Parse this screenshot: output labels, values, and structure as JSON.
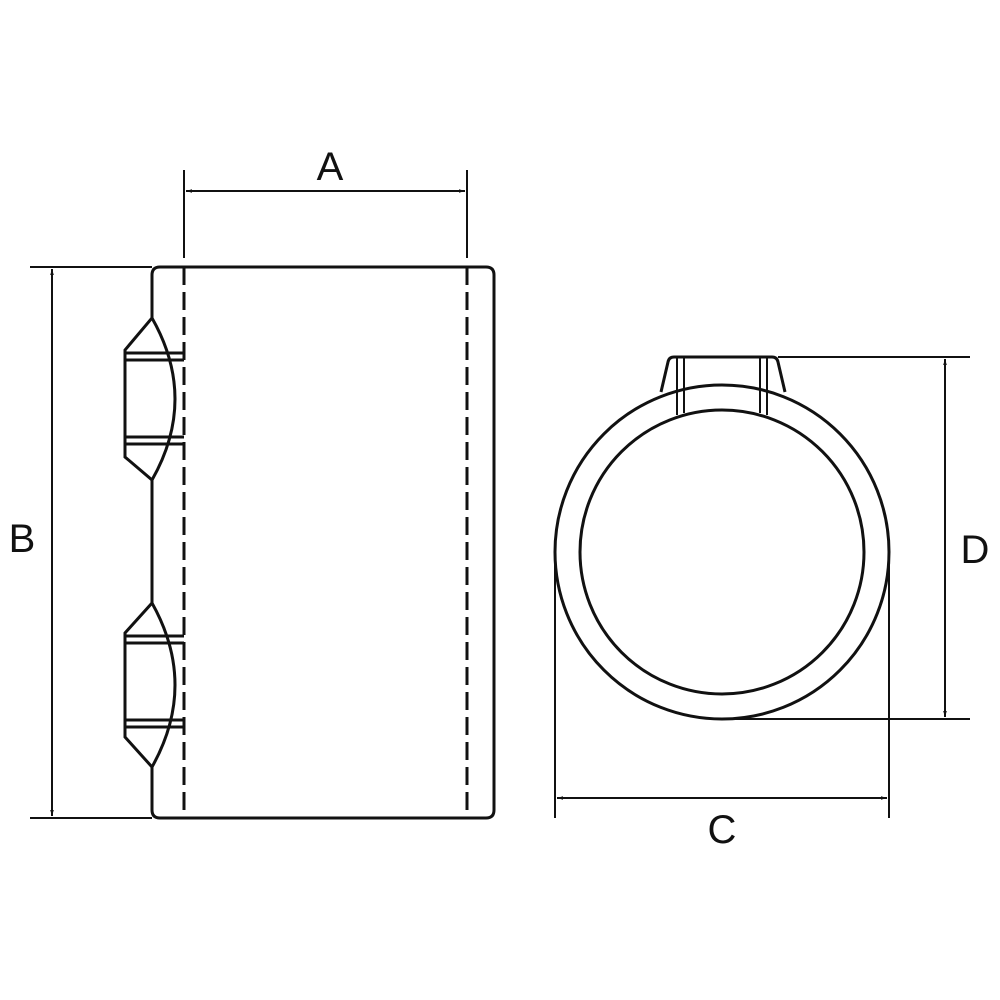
{
  "labels": {
    "a": "A",
    "b": "B",
    "c": "C",
    "d": "D"
  },
  "colors": {
    "line": "#111111",
    "background": "#ffffff"
  }
}
